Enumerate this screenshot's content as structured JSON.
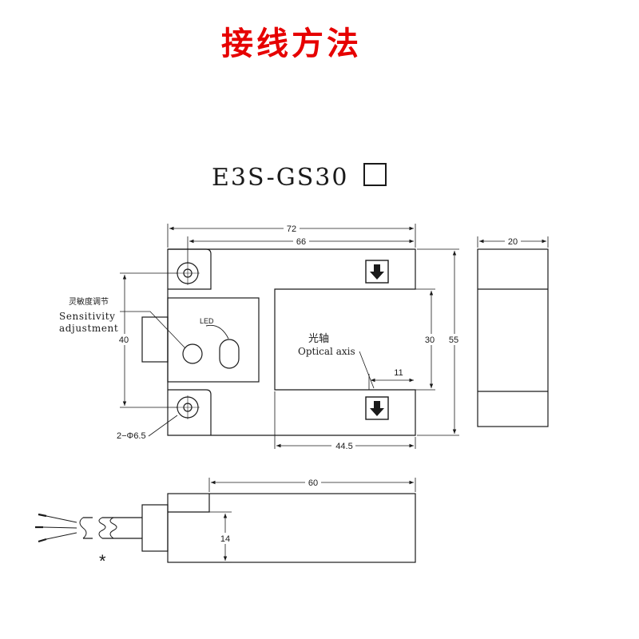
{
  "title": "接线方法",
  "model": "E3S-GS30",
  "colors": {
    "title": "#e60000",
    "ink": "#1a1a1a"
  },
  "labels": {
    "sensitivity_cn": "灵敏度调节",
    "sensitivity_en_1": "Sensitivity",
    "sensitivity_en_2": "adjustment",
    "led": "LED",
    "optical_axis_cn": "光轴",
    "optical_axis_en": "Optical axis",
    "hole": "2−Φ6.5",
    "asterisk": "*"
  },
  "dimensions": {
    "total_width": "72",
    "inner_width": "66",
    "depth": "20",
    "hole_spacing": "40",
    "slot_height": "30",
    "total_height": "55",
    "axis_offset": "11",
    "slot_depth": "44.5",
    "side_length": "60",
    "side_height": "14"
  },
  "icons": [
    "arrow-down-icon",
    "arrow-down-icon"
  ]
}
